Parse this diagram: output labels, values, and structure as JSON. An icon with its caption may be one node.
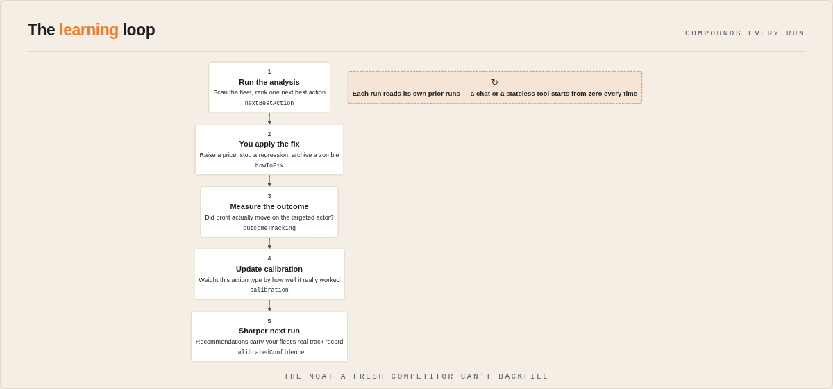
{
  "diagram": {
    "title": "The learning loop",
    "nodes": [
      {
        "text": [
          "1",
          "Run the analysis",
          "Scan the fleet, rank one next best action",
          "nextBestAction"
        ]
      },
      {
        "text": [
          "2",
          "You apply the fix",
          "Raise a price, stop a regression, archive a zombie",
          "howToFix"
        ]
      },
      {
        "text": [
          "3",
          "Measure the outcome",
          "Did profit actually move on the targeted actor?",
          "outcomeTracking"
        ]
      },
      {
        "text": [
          "4",
          "Update calibration",
          "Weight this action type by how well it really worked",
          "calibration"
        ]
      },
      {
        "text": [
          "5",
          "Sharper next run",
          "Recommendations carry your fleet's real track record",
          "calibratedConfidence"
        ]
      },
      {
        "text": [
          "↻",
          "Each run reads its own prior runs — a chat or a stateless tool starts from zero every time"
        ]
      }
    ],
    "edges": [
      {
        "from": 0,
        "to": 1,
        "arrow": "to"
      },
      {
        "from": 1,
        "to": 2,
        "arrow": "to"
      },
      {
        "from": 2,
        "to": 3,
        "arrow": "to"
      },
      {
        "from": 3,
        "to": 4,
        "arrow": "to"
      }
    ],
    "labels": [
      "COMPOUNDS EVERY RUN"
    ],
    "caption": "THE MOAT A FRESH COMPETITOR CAN'T BACKFILL"
  }
}
